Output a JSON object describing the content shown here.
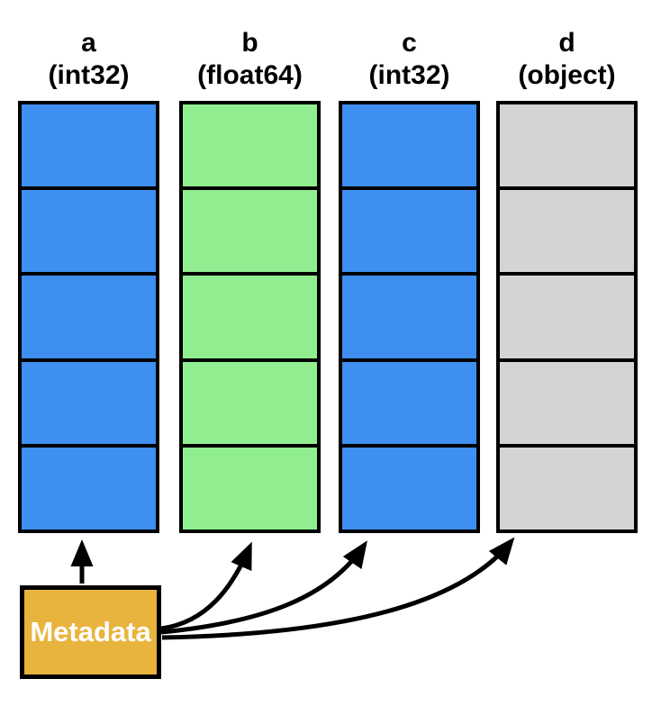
{
  "diagram": {
    "title_hint": "dataframe-columns-and-metadata",
    "background": "#ffffff",
    "border_color": "#000000",
    "arrow_color": "#000000",
    "rows_per_column": 5,
    "columns": [
      {
        "label": "a",
        "dtype": "(int32)",
        "color": "#3e8ff0"
      },
      {
        "label": "b",
        "dtype": "(float64)",
        "color": "#90ee90"
      },
      {
        "label": "c",
        "dtype": "(int32)",
        "color": "#3e8ff0"
      },
      {
        "label": "d",
        "dtype": "(object)",
        "color": "#d4d4d4"
      }
    ],
    "metadata_box": {
      "label": "Metadata",
      "color": "#e9b43e",
      "text_color": "#ffffff"
    }
  }
}
